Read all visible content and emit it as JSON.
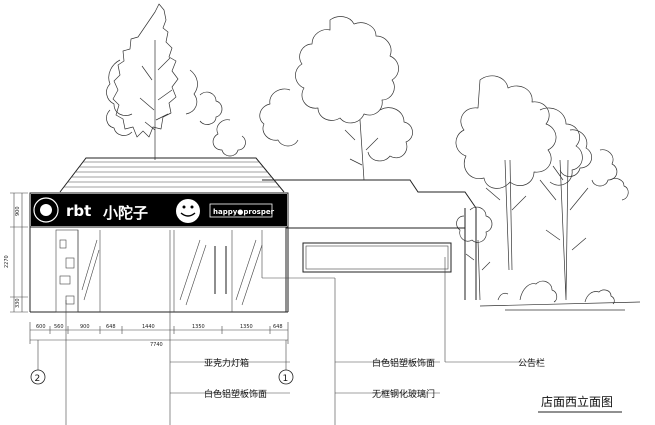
{
  "drawing": {
    "title": "店面西立面图",
    "sign_brand_en": "rbt",
    "sign_brand_cn": "小陀子",
    "sign_small": "happy●prosper",
    "callouts": [
      {
        "id": "acrylic",
        "text": "亚克力灯箱"
      },
      {
        "id": "alu-panel-1",
        "text": "白色铝塑板饰面"
      },
      {
        "id": "alu-panel-2",
        "text": "白色铝塑板饰面"
      },
      {
        "id": "glass-door",
        "text": "无框钢化玻璃门"
      },
      {
        "id": "notice-board",
        "text": "公告栏"
      }
    ],
    "axis_markers": [
      {
        "id": "axis-2",
        "label": "2"
      },
      {
        "id": "axis-1",
        "label": "1"
      }
    ],
    "dimensions_horizontal": [
      "600",
      "560",
      "900",
      "648",
      "1440",
      "1350",
      "1350",
      "648"
    ],
    "dimension_total": "7740",
    "dimensions_vertical": [
      "900",
      "2270",
      "330"
    ]
  }
}
